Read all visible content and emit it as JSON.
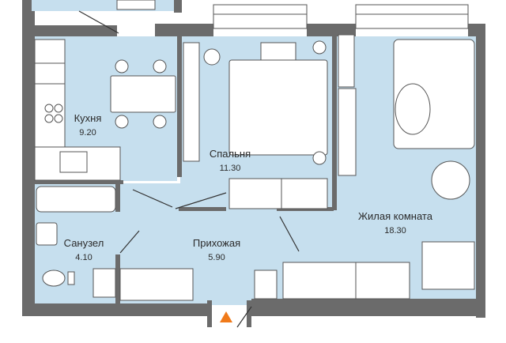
{
  "rooms": [
    {
      "name": "Кухня",
      "area": "9.20"
    },
    {
      "name": "Спальня",
      "area": "11.30"
    },
    {
      "name": "Жилая комната",
      "area": "18.30"
    },
    {
      "name": "Санузел",
      "area": "4.10"
    },
    {
      "name": "Прихожая",
      "area": "5.90"
    }
  ],
  "colors": {
    "floor": "#c6dfee",
    "wall": "#6b6b6b",
    "furniture_line": "#555555",
    "entrance_marker": "#f07a1a"
  }
}
